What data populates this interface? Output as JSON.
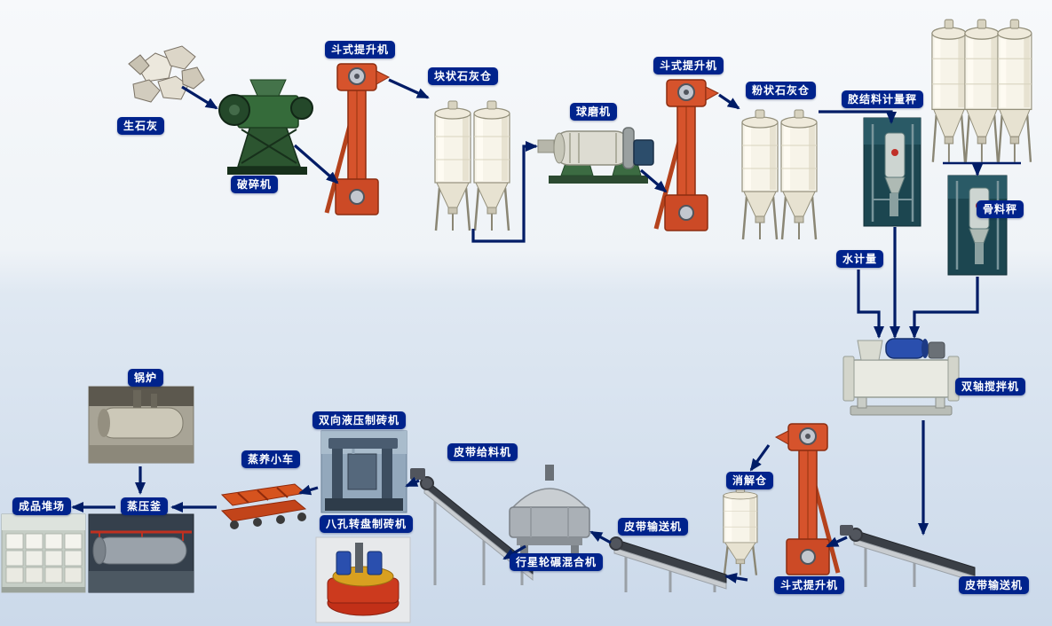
{
  "labels": {
    "quicklime": "生石灰",
    "crusher": "破碎机",
    "bucket_elevator_1": "斗式提升机",
    "lump_lime_silo": "块状石灰仓",
    "ball_mill": "球磨机",
    "bucket_elevator_2": "斗式提升机",
    "powder_lime_silo": "粉状石灰仓",
    "binder_metering_scale": "胶结料计量秤",
    "aggregate_scale": "骨料秤",
    "water_metering": "水计量",
    "double_shaft_mixer": "双轴搅拌机",
    "belt_conveyor_right": "皮带输送机",
    "bucket_elevator_3": "斗式提升机",
    "digestion_silo": "消解仓",
    "belt_conveyor_left": "皮带输送机",
    "planetary_mixer": "行星轮碾混合机",
    "belt_feeder": "皮带给料机",
    "hydraulic_brick_machine": "双向液压制砖机",
    "rotary_brick_machine": "八孔转盘制砖机",
    "curing_cart": "蒸养小车",
    "autoclave": "蒸压釜",
    "boiler": "锅炉",
    "product_yard": "成品堆场"
  },
  "flow_edges": [
    "quicklime→crusher",
    "crusher→bucket_elevator_1",
    "bucket_elevator_1→lump_lime_silo",
    "lump_lime_silo→ball_mill",
    "ball_mill→bucket_elevator_2",
    "bucket_elevator_2→powder_lime_silo",
    "powder_lime_silo→binder_metering_scale",
    "storage_silos→aggregate_scale",
    "binder_metering_scale→double_shaft_mixer",
    "water_metering→double_shaft_mixer",
    "aggregate_scale→double_shaft_mixer",
    "double_shaft_mixer→belt_conveyor_right",
    "belt_conveyor_right→bucket_elevator_3",
    "bucket_elevator_3→digestion_silo",
    "digestion_silo→belt_conveyor_left",
    "belt_conveyor_left→planetary_mixer",
    "planetary_mixer→belt_feeder",
    "belt_feeder→brick_machines",
    "brick_machines→curing_cart",
    "curing_cart→autoclave",
    "boiler→autoclave",
    "autoclave→product_yard"
  ],
  "colors": {
    "label_bg": "#00238c",
    "label_text": "#ffffff",
    "arrow": "#001c66",
    "elevator_red": "#d6532c",
    "silo_cream": "#f7f4e9",
    "background_top": "#f7f9fb",
    "background_bottom": "#cbd9ea"
  }
}
